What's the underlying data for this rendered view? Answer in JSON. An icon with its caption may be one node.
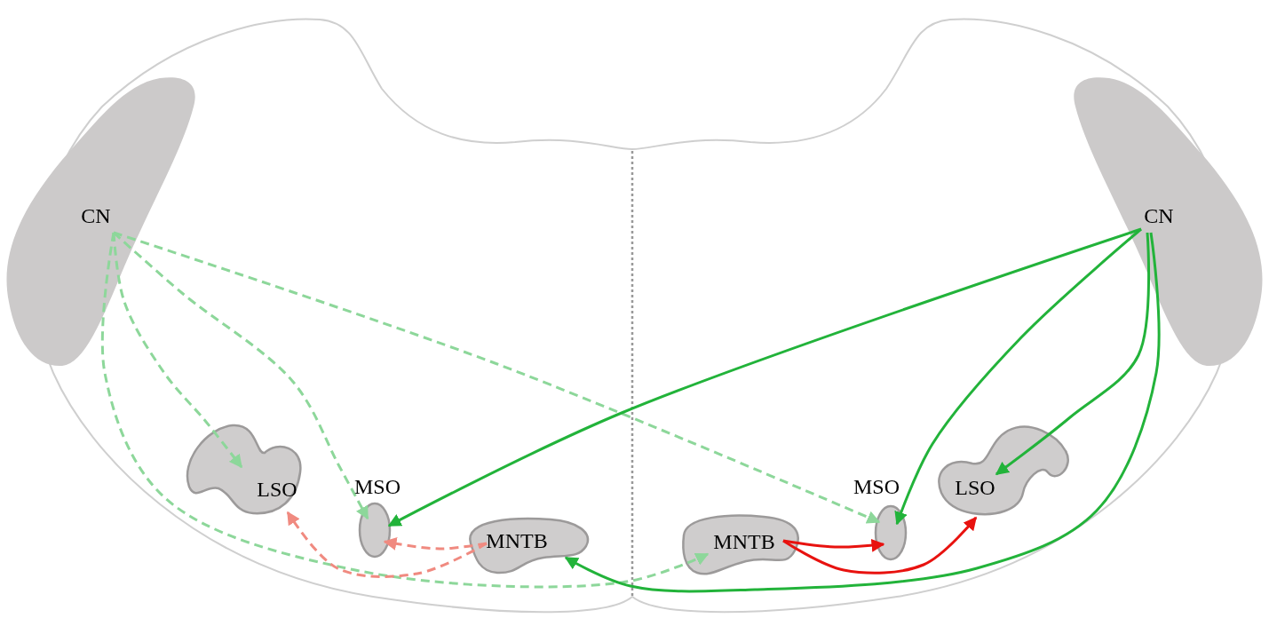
{
  "diagram": {
    "nodes": [
      {
        "text": [
          "CN"
        ]
      },
      {
        "text": [
          "LSO"
        ]
      },
      {
        "text": [
          "MSO"
        ]
      },
      {
        "text": [
          "MNTB"
        ]
      },
      {
        "text": [
          "MNTB"
        ]
      },
      {
        "text": [
          "MSO"
        ]
      },
      {
        "text": [
          "LSO"
        ]
      },
      {
        "text": [
          "CN"
        ]
      }
    ],
    "edges": [
      {
        "from": 0,
        "to": 1,
        "arrow": "to",
        "style": "dashed",
        "color": "#8dd79a"
      },
      {
        "from": 0,
        "to": 2,
        "arrow": "to",
        "style": "dashed",
        "color": "#8dd79a"
      },
      {
        "from": 0,
        "to": 5,
        "arrow": "to",
        "style": "dashed",
        "color": "#8dd79a"
      },
      {
        "from": 0,
        "to": 4,
        "arrow": "to",
        "style": "dashed",
        "color": "#8dd79a"
      },
      {
        "from": 3,
        "to": 2,
        "arrow": "to",
        "style": "dashed",
        "color": "#f08a80"
      },
      {
        "from": 3,
        "to": 1,
        "arrow": "to",
        "style": "dashed",
        "color": "#f08a80"
      },
      {
        "from": 7,
        "to": 2,
        "arrow": "to",
        "color": "#22b33a"
      },
      {
        "from": 7,
        "to": 5,
        "arrow": "to",
        "color": "#22b33a"
      },
      {
        "from": 7,
        "to": 6,
        "arrow": "to",
        "color": "#22b33a"
      },
      {
        "from": 7,
        "to": 3,
        "arrow": "to",
        "color": "#22b33a"
      },
      {
        "from": 4,
        "to": 5,
        "arrow": "to",
        "color": "#e8120f"
      },
      {
        "from": 4,
        "to": 6,
        "arrow": "to",
        "color": "#e8120f"
      }
    ]
  }
}
